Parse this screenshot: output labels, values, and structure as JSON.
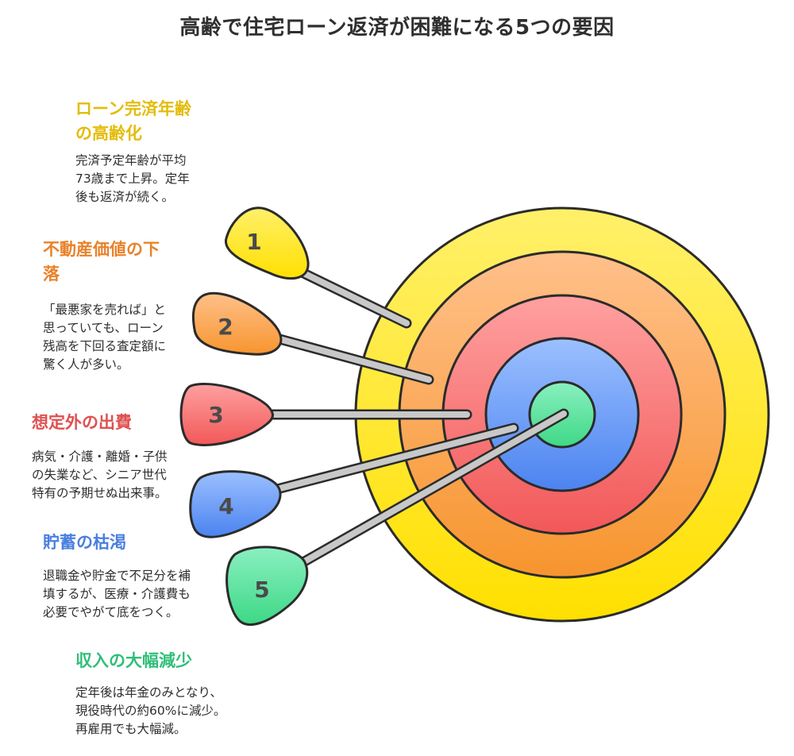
{
  "title": "高齢で住宅ローン返済が困難になる5つの要因",
  "colors": {
    "yellow": "#FFE135",
    "orange": "#F9A23C",
    "red": "#F26A6A",
    "blue": "#5B8FF0",
    "green": "#4BDB8C",
    "text_dark": "#2f2f2f"
  },
  "factors": [
    {
      "number": "1",
      "label_lines": [
        "ローン完済年齢",
        "の高齢化"
      ],
      "desc_lines": [
        "完済予定年齢が平均",
        "73歳まで上昇。定年",
        "後も返済が続く。"
      ],
      "color": "#E3BC0C"
    },
    {
      "number": "2",
      "label_lines": [
        "不動産価値の下",
        "落"
      ],
      "desc_lines": [
        "「最悪家を売れば」と",
        "思っていても、ローン",
        "残高を下回る査定額に",
        "驚く人が多い。"
      ],
      "color": "#E8822B"
    },
    {
      "number": "3",
      "label_lines": [
        "想定外の出費"
      ],
      "desc_lines": [
        "病気・介護・離婚・子供",
        "の失業など、シニア世代",
        "特有の予期せぬ出来事。"
      ],
      "color": "#E05050"
    },
    {
      "number": "4",
      "label_lines": [
        "貯蓄の枯渇"
      ],
      "desc_lines": [
        "退職金や貯金で不足分を補",
        "填するが、医療・介護費も",
        "必要でやがて底をつく。"
      ],
      "color": "#4A7FE0"
    },
    {
      "number": "5",
      "label_lines": [
        "収入の大幅減少"
      ],
      "desc_lines": [
        "定年後は年金のみとなり、",
        "現役時代の約60%に減少。",
        "再雇用でも大幅減。"
      ],
      "color": "#2FBF78"
    }
  ]
}
